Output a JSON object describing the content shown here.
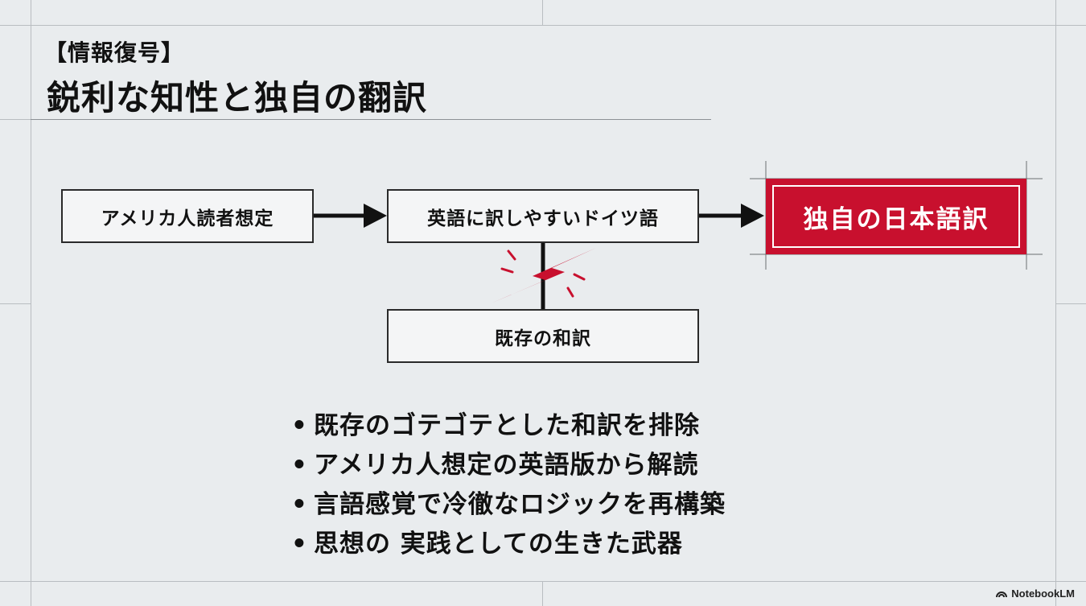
{
  "header": {
    "eyebrow": "【情報復号】",
    "title": "鋭利な知性と独自の翻訳"
  },
  "diagram": {
    "nodes": {
      "reader": "アメリカ人読者想定",
      "german": "英語に訳しやすいドイツ語",
      "existing": "既存の和訳",
      "target": "独自の日本語訳"
    },
    "colors": {
      "accent": "#c8102e",
      "ink": "#111111",
      "background": "#e9ecee"
    }
  },
  "bullets": [
    "既存のゴテゴテとした和訳を排除",
    "アメリカ人想定の英語版から解読",
    "言語感覚で冷徹なロジックを再構築",
    "思想の 実践としての生きた武器"
  ],
  "brand": "NotebookLM"
}
